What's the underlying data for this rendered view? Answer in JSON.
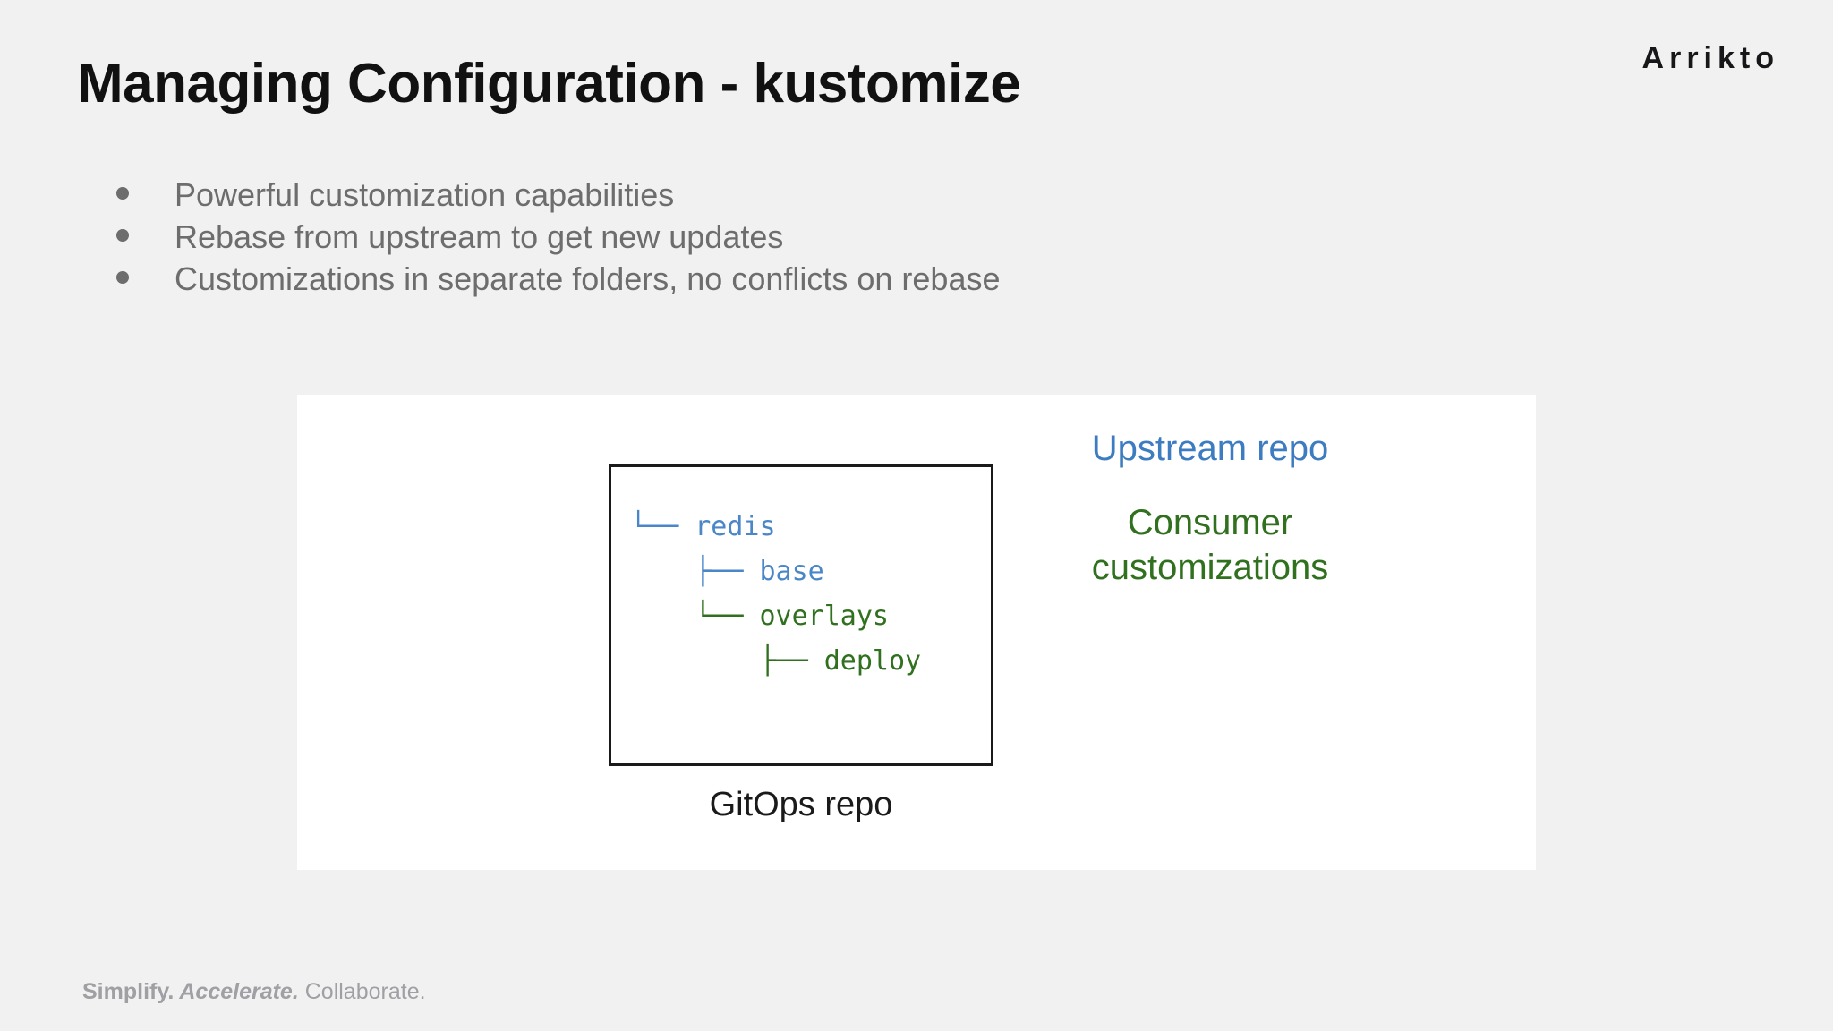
{
  "slide": {
    "background_color": "#f1f1f2",
    "title": "Managing Configuration - kustomize",
    "logo": "Arrikto"
  },
  "bullets": [
    {
      "text": "Powerful customization capabilities"
    },
    {
      "text": "Rebase from upstream to get new updates"
    },
    {
      "text": "Customizations in separate folders, no conflicts on rebase"
    }
  ],
  "diagram": {
    "panel_background": "#ffffff",
    "tree": {
      "caption": "GitOps repo",
      "upstream_color": "#4a86c8",
      "consumer_color": "#31701f",
      "lines": [
        {
          "indent": 0,
          "connector": "└──",
          "name": "redis",
          "color_role": "upstream"
        },
        {
          "indent": 1,
          "connector": "├──",
          "name": "base",
          "color_role": "upstream"
        },
        {
          "indent": 1,
          "connector": "└──",
          "name": "overlays",
          "color_role": "consumer"
        },
        {
          "indent": 2,
          "connector": "├──",
          "name": "deploy",
          "color_role": "consumer"
        }
      ],
      "line_text": [
        "└── redis",
        "    ├── base",
        "    └── overlays",
        "        ├── deploy"
      ]
    },
    "legend": {
      "upstream_label": "Upstream repo",
      "upstream_color": "#3d7cc0",
      "consumer_label_line1": "Consumer",
      "consumer_label_line2": "customizations",
      "consumer_color": "#31701f"
    }
  },
  "footer": {
    "simplify": "Simplify.",
    "accelerate": " Accelerate.",
    "collaborate": " Collaborate."
  }
}
